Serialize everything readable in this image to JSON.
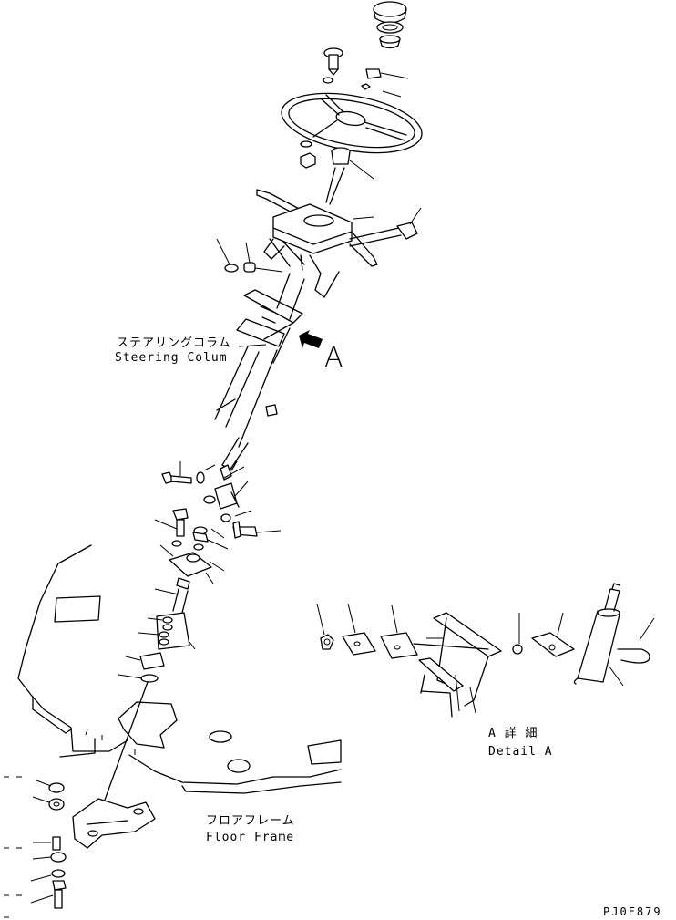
{
  "labels": {
    "steering_column_jp": "ステアリングコラム",
    "steering_column_en": "Steering Colum",
    "detail_marker": "A",
    "detail_jp": "A 詳 細",
    "detail_en": "Detail A",
    "floor_frame_jp": "フロアフレーム",
    "floor_frame_en": "Floor Frame",
    "drawing_code": "PJ0F879"
  }
}
